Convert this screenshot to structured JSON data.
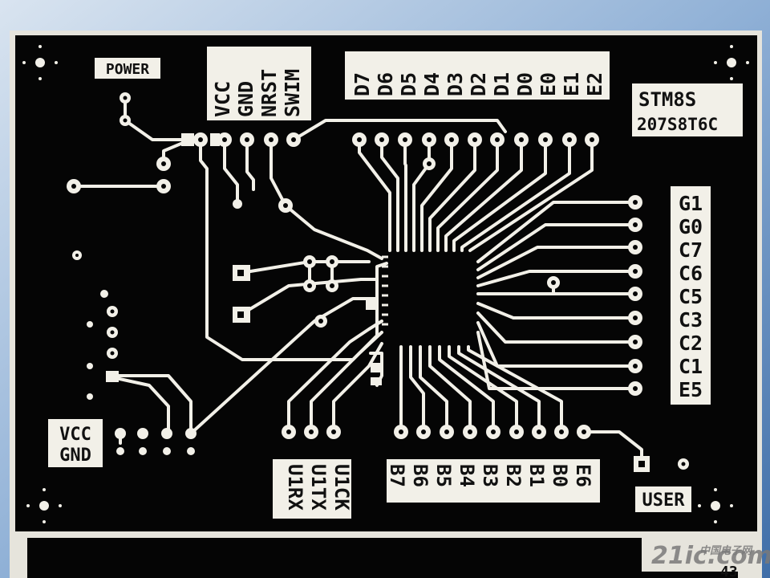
{
  "board": {
    "silk": {
      "power": "POWER",
      "chip": [
        "STM8S",
        "207S8T6C"
      ],
      "prog": [
        "VCC",
        "GND",
        "NRST",
        "SWIM"
      ],
      "top_port": [
        "D7",
        "D6",
        "D5",
        "D4",
        "D3",
        "D2",
        "D1",
        "D0",
        "E0",
        "E1",
        "E2"
      ],
      "right_port": [
        "G1",
        "G0",
        "C7",
        "C6",
        "C5",
        "C3",
        "C2",
        "C1",
        "E5"
      ],
      "bottom_port": [
        "B7",
        "B6",
        "B5",
        "B4",
        "B3",
        "B2",
        "B1",
        "B0",
        "E6"
      ],
      "uart": [
        "U1CK",
        "U1TX",
        "U1RX"
      ],
      "vccgnd": [
        "VCC",
        "GND"
      ],
      "user": "USER"
    }
  },
  "watermark": {
    "main": "21ic.com",
    "cn": "中国电子网",
    "corner": "43"
  },
  "colors": {
    "copper": "#f2f0e8",
    "mask": "#050505",
    "sky": "#5a85b6"
  }
}
